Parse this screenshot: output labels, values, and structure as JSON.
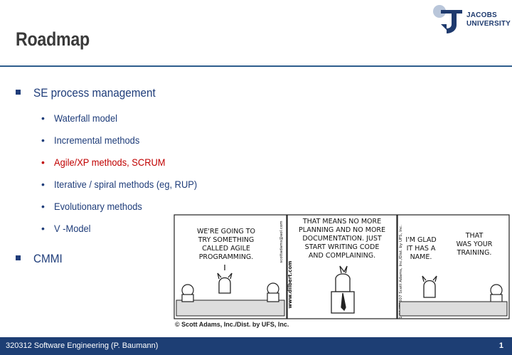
{
  "title": "Roadmap",
  "logo": {
    "line1": "JACOBS",
    "line2": "UNIVERSITY"
  },
  "bullets": [
    {
      "text": "SE process management",
      "sub": [
        {
          "text": "Waterfall model",
          "highlight": false
        },
        {
          "text": "Incremental methods",
          "highlight": false
        },
        {
          "text": "Agile/XP methods, SCRUM",
          "highlight": true
        },
        {
          "text": "Iterative / spiral methods (eg, RUP)",
          "highlight": false
        },
        {
          "text": "Evolutionary methods",
          "highlight": false
        },
        {
          "text": "V -Model",
          "highlight": false
        }
      ]
    },
    {
      "text": "CMMI",
      "sub": []
    }
  ],
  "comic": {
    "panel1": [
      "WE'RE GOING TO",
      "TRY SOMETHING",
      "CALLED AGILE",
      "PROGRAMMING."
    ],
    "panel1_side": "scottadams@aol.com",
    "panel2": [
      "THAT MEANS NO MORE",
      "PLANNING AND NO MORE",
      "DOCUMENTATION. JUST",
      "START WRITING CODE",
      "AND COMPLAINING."
    ],
    "panel2_side": "www.dilbert.com",
    "panel3_left": [
      "I'M GLAD",
      "IT HAS A",
      "NAME."
    ],
    "panel3_right": [
      "THAT",
      "WAS YOUR",
      "TRAINING."
    ],
    "panel3_side": "©2007 Scott Adams, Inc./Dist. by UFS, Inc.",
    "date": "1-26-07",
    "credit": "© Scott Adams, Inc./Dist. by UFS, Inc."
  },
  "footer": {
    "course": "320312 Software Engineering (P. Baumann)",
    "page": "1"
  },
  "colors": {
    "footer_bg": "#1d3e74",
    "accent": "#1f3d7a",
    "highlight": "#c00000"
  }
}
